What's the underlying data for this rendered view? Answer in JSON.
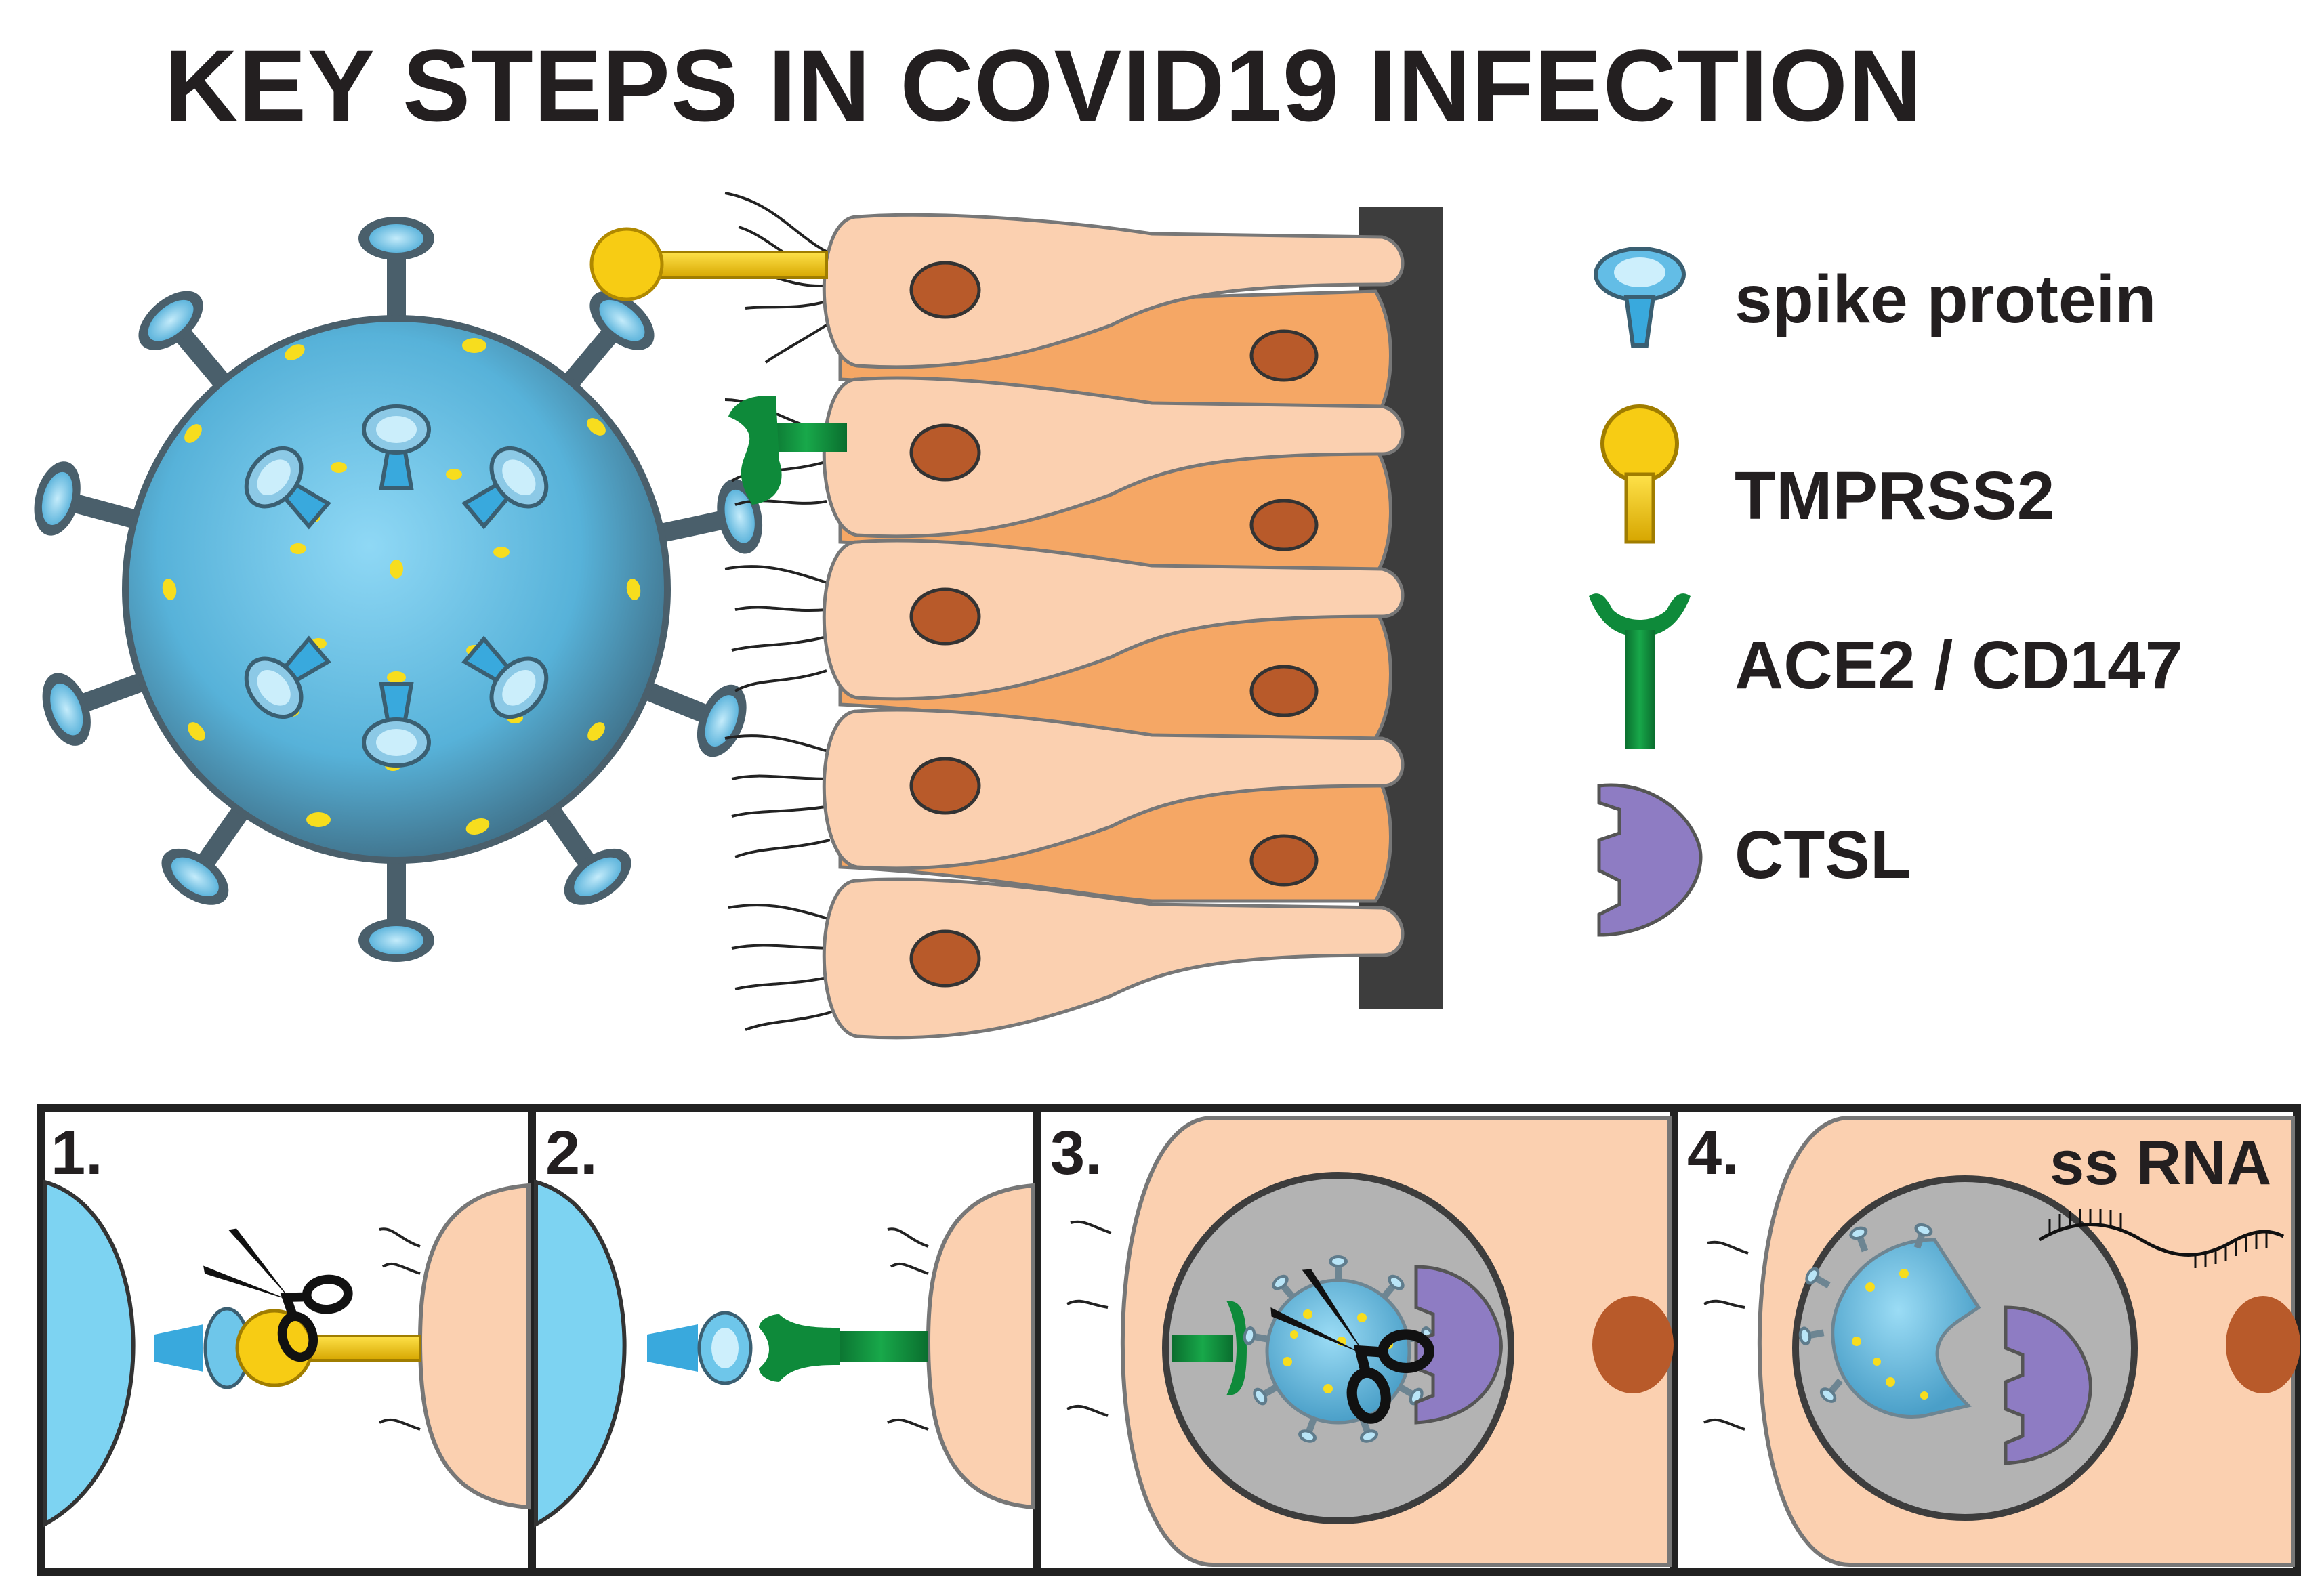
{
  "title": "KEY STEPS IN COVID19 INFECTION",
  "legend": [
    {
      "label": "spike protein",
      "icon": "spike-protein-icon",
      "color": "#6ec6ea"
    },
    {
      "label": "TMPRSS2",
      "icon": "tmprss2-icon",
      "color": "#f2c200"
    },
    {
      "label": "ACE2 / CD147",
      "icon": "ace2-cd147-icon",
      "color": "#0e8a3a"
    },
    {
      "label": "CTSL",
      "icon": "ctsl-icon",
      "color": "#8e7cc3"
    }
  ],
  "steps": [
    {
      "number": "1."
    },
    {
      "number": "2."
    },
    {
      "number": "3."
    },
    {
      "number": "4."
    }
  ],
  "rna_label": "ss RNA",
  "colors": {
    "virus": "#5fb3d9",
    "cell_light": "#fbd0b0",
    "cell_dark": "#f5a765",
    "nucleus": "#b85a2a",
    "endosome": "#b3b3b3",
    "outline": "#3d3d3d"
  }
}
